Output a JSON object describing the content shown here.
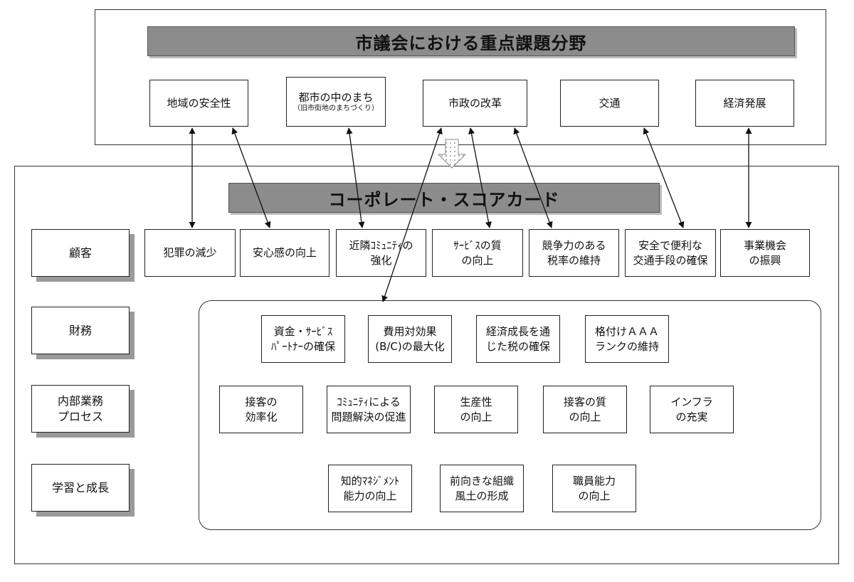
{
  "council": {
    "title": "市議会における重点課題分野",
    "areas": [
      {
        "line1": "地域の安全性",
        "line2": ""
      },
      {
        "line1": "都市の中のまち",
        "line2": "（旧市街地のまちづくり）"
      },
      {
        "line1": "市政の改革",
        "line2": ""
      },
      {
        "line1": "交通",
        "line2": ""
      },
      {
        "line1": "経済発展",
        "line2": ""
      }
    ]
  },
  "scorecard": {
    "title": "コーポレート・スコアカード",
    "perspectives": [
      {
        "line1": "顧客",
        "line2": ""
      },
      {
        "line1": "財務",
        "line2": ""
      },
      {
        "line1": "内部業務",
        "line2": "プロセス"
      },
      {
        "line1": "学習と成長",
        "line2": ""
      }
    ],
    "customer": [
      {
        "line1": "犯罪の減少",
        "line2": ""
      },
      {
        "line1": "安心感の向上",
        "line2": ""
      },
      {
        "line1": "近隣ｺﾐｭﾆﾃｨの",
        "line2": "強化"
      },
      {
        "line1": "ｻｰﾋﾞｽの質",
        "line2": "の向上"
      },
      {
        "line1": "競争力のある",
        "line2": "税率の維持"
      },
      {
        "line1": "安全で便利な",
        "line2": "交通手段の確保"
      },
      {
        "line1": "事業機会",
        "line2": "の振興"
      }
    ],
    "finance": [
      {
        "line1": "資金・ｻｰﾋﾞｽ",
        "line2": "ﾊﾟｰﾄﾅｰの確保"
      },
      {
        "line1": "費用対効果",
        "line2": "(B/C)の最大化"
      },
      {
        "line1": "経済成長を通",
        "line2": "じた税の確保"
      },
      {
        "line1": "格付けＡＡＡ",
        "line2": "ランクの維持"
      }
    ],
    "process": [
      {
        "line1": "接客の",
        "line2": "効率化"
      },
      {
        "line1": "ｺﾐｭﾆﾃｨによる",
        "line2": "問題解決の促進"
      },
      {
        "line1": "生産性",
        "line2": "の向上"
      },
      {
        "line1": "接客の質",
        "line2": "の向上"
      },
      {
        "line1": "インフラ",
        "line2": "の充実"
      }
    ],
    "learning": [
      {
        "line1": "知的ﾏﾈｼﾞﾒﾝﾄ",
        "line2": "能力の向上"
      },
      {
        "line1": "前向きな組織",
        "line2": "風土の形成"
      },
      {
        "line1": "職員能力",
        "line2": "の向上"
      }
    ]
  }
}
